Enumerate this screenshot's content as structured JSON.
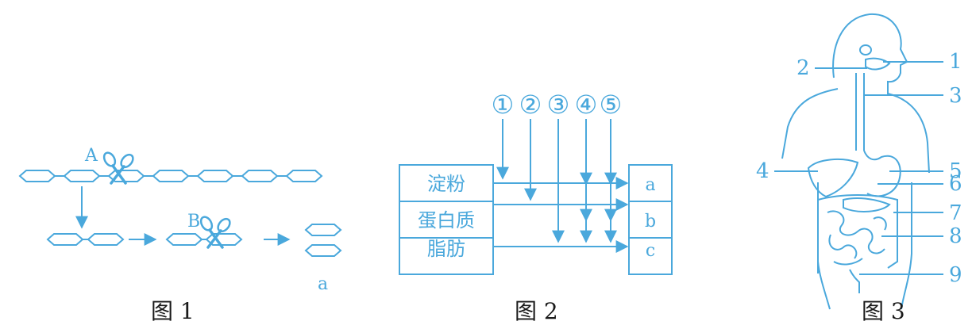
{
  "colors": {
    "line": "#4aa8dc",
    "caption": "#1a1a1a",
    "background": "#ffffff"
  },
  "figure1": {
    "caption": "图 1",
    "scissor_label_a": "A",
    "scissor_label_b": "B",
    "product_label": "a",
    "icons": [
      "scissors-icon",
      "arrow-icon"
    ]
  },
  "figure2": {
    "caption": "图 2",
    "enzymes": [
      "①",
      "②",
      "③",
      "④",
      "⑤"
    ],
    "nutrients": [
      "淀粉",
      "蛋白质",
      "脂肪"
    ],
    "products": [
      "a",
      "b",
      "c"
    ]
  },
  "figure3": {
    "caption": "图 3",
    "labels": [
      "1",
      "2",
      "3",
      "4",
      "5",
      "6",
      "7",
      "8",
      "9"
    ]
  }
}
